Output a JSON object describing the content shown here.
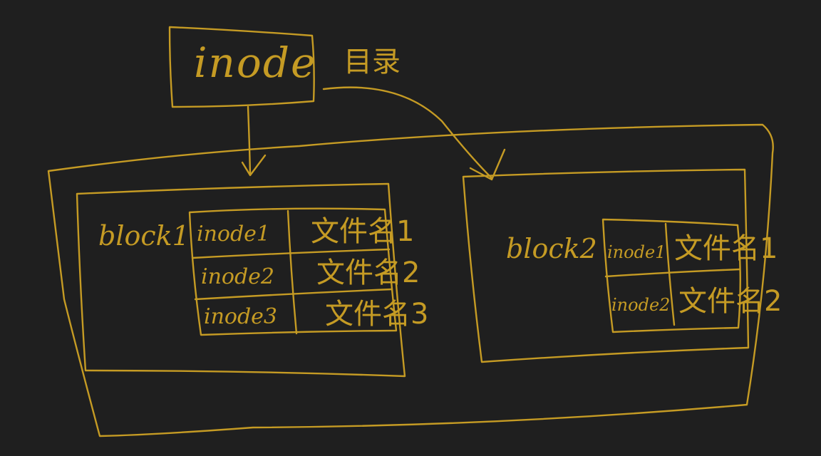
{
  "diagram": {
    "top_inode": {
      "label": "inode",
      "note": "目录"
    },
    "block1": {
      "label": "block1",
      "rows": [
        {
          "inode": "inode1",
          "name": "文件名1"
        },
        {
          "inode": "inode2",
          "name": "文件名2"
        },
        {
          "inode": "inode3",
          "name": "文件名3"
        }
      ]
    },
    "block2": {
      "label": "block2",
      "rows": [
        {
          "inode": "inode1",
          "name": "文件名1"
        },
        {
          "inode": "inode2",
          "name": "文件名2"
        }
      ]
    },
    "colors": {
      "background": "#1f1f1f",
      "ink": "#c59b24"
    }
  }
}
